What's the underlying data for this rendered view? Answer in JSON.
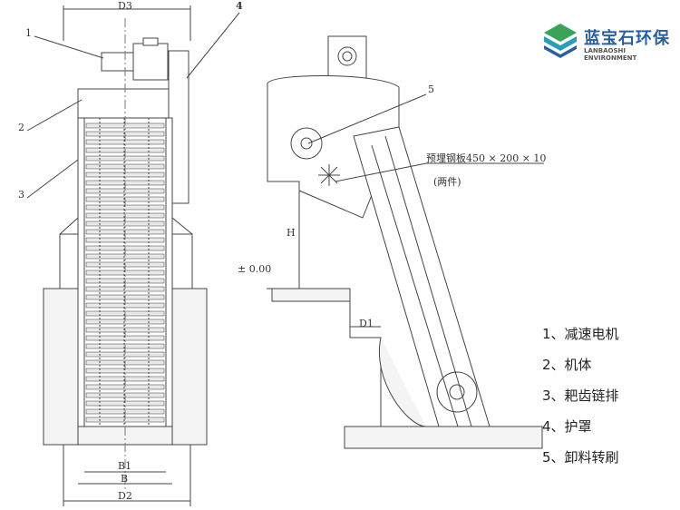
{
  "logo": {
    "name_cn": "蓝宝石环保",
    "name_en": "LANBAOSHI ENVIRONMENT",
    "colors": {
      "blue": "#2a5f9e",
      "green": "#3aa35a",
      "teal": "#2aa0b8"
    }
  },
  "front_view": {
    "callouts": [
      "1",
      "2",
      "3",
      "4"
    ],
    "dims": {
      "top": "D3",
      "b1": "B1",
      "b": "B",
      "d2": "D2"
    }
  },
  "side_view": {
    "callout": "5",
    "plate_note": "预埋钢板450 × 200 × 10",
    "plate_qty": "(两件)",
    "height_label": "H",
    "depth_label": "D1",
    "level_label": "± 0.00"
  },
  "legend": [
    "1、减速电机",
    "2、机体",
    "3、耙齿链排",
    "4、护罩",
    "5、卸料转刷"
  ]
}
